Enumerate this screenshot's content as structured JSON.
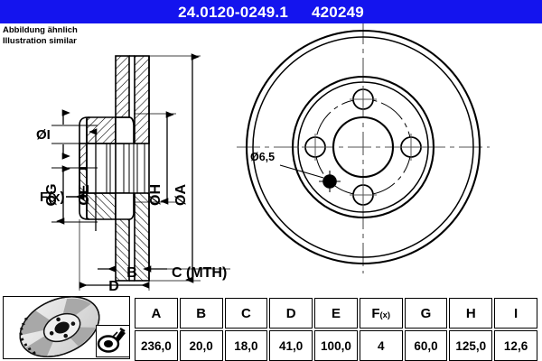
{
  "header": {
    "part_number": "24.0120-0249.1",
    "article_number": "420249",
    "bar_color": "#1414ee"
  },
  "caption": {
    "line_de": "Abbildung ähnlich",
    "line_en": "Illustration similar"
  },
  "drawing": {
    "section_view_labels": [
      {
        "id": "dia-I",
        "text": "ØI"
      },
      {
        "id": "dia-G",
        "text": "ØG"
      },
      {
        "id": "dia-E",
        "text": "ØE"
      },
      {
        "id": "dia-H",
        "text": "ØH"
      },
      {
        "id": "dia-A",
        "text": "ØA"
      },
      {
        "id": "force-x",
        "text": "F(x)"
      },
      {
        "id": "dim-B",
        "text": "B"
      },
      {
        "id": "dim-C",
        "text": "C (MTH)"
      },
      {
        "id": "dim-D",
        "text": "D"
      }
    ],
    "front_view_labels": [
      {
        "id": "bolt-hole-dia",
        "text": "Ø6,5"
      }
    ]
  },
  "table": {
    "headers": [
      "A",
      "B",
      "C",
      "D",
      "E",
      "F",
      "G",
      "H",
      "I"
    ],
    "header_f_sub": "(x)",
    "values": [
      "236,0",
      "20,0",
      "18,0",
      "41,0",
      "100,0",
      "4",
      "60,0",
      "125,0",
      "12,6"
    ]
  },
  "icons": {
    "product_photo": "brake-disc-3d-illustration",
    "coating_badge": "spray-coating-icon"
  },
  "colors": {
    "line": "#000000",
    "background": "#ffffff",
    "header": "#1414ee"
  }
}
